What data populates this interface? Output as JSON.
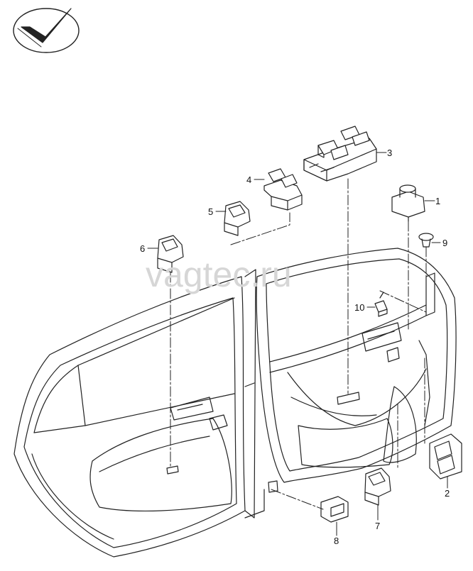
{
  "logo": {
    "name": "checkmark-arrow-logo"
  },
  "watermark": {
    "text": "vagtec.ru"
  },
  "callouts": [
    {
      "id": "1",
      "part": "mirror-adjust-switch"
    },
    {
      "id": "2",
      "part": "driver-multi-window-switch"
    },
    {
      "id": "3",
      "part": "driver-window-switch-block"
    },
    {
      "id": "4",
      "part": "double-window-switch"
    },
    {
      "id": "5",
      "part": "single-window-switch"
    },
    {
      "id": "6",
      "part": "rear-left-window-switch"
    },
    {
      "id": "7",
      "part": "rear-right-window-switch"
    },
    {
      "id": "8",
      "part": "child-lock-switch"
    },
    {
      "id": "9",
      "part": "clip"
    },
    {
      "id": "10",
      "part": "connector"
    }
  ]
}
